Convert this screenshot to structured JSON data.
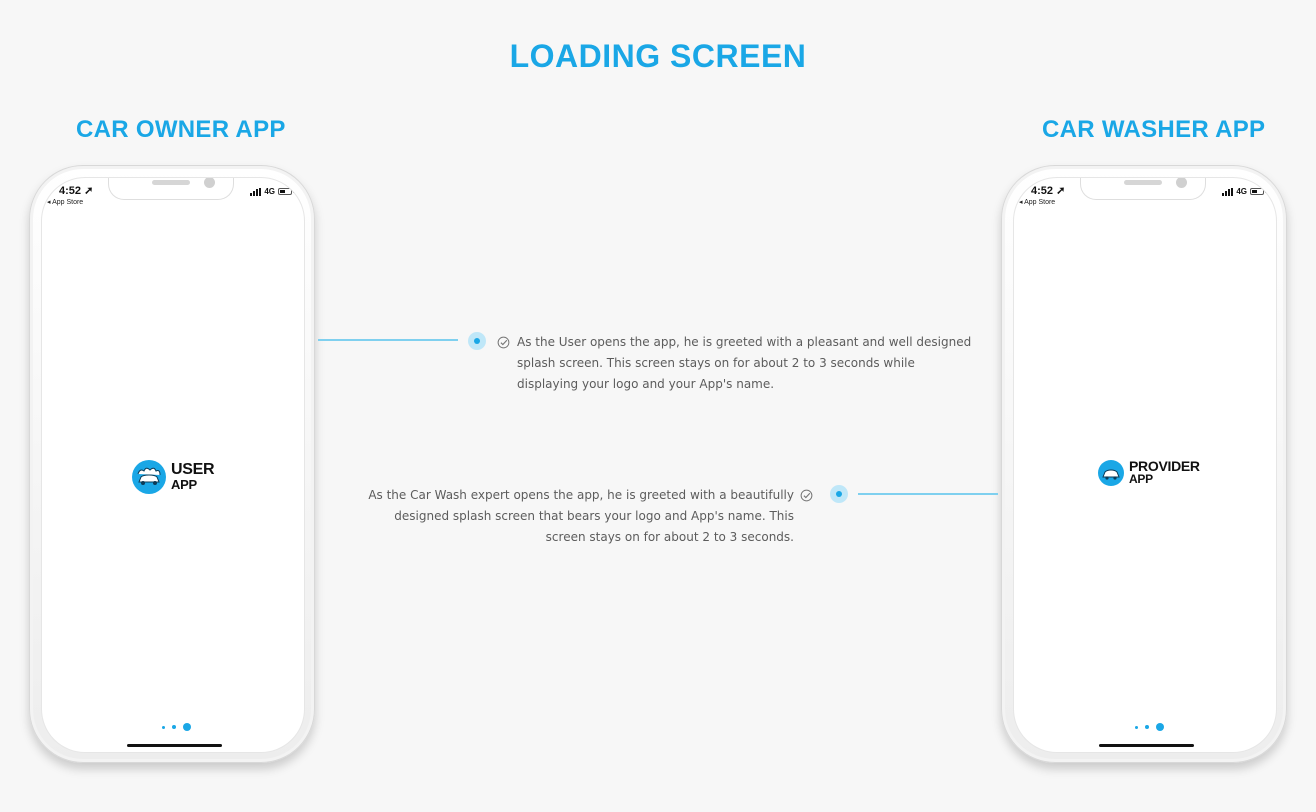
{
  "title": "LOADING SCREEN",
  "columns": {
    "left_heading": "CAR OWNER APP",
    "right_heading": "CAR WASHER APP"
  },
  "phones": {
    "left": {
      "time": "4:52 ➚",
      "back_label": "◂ App Store",
      "network": "4G",
      "logo_line1": "USER",
      "logo_line2": "APP"
    },
    "right": {
      "time": "4:52 ➚",
      "back_label": "◂ App Store",
      "network": "4G",
      "logo_line1": "PROVIDER",
      "logo_line2": "APP"
    }
  },
  "descriptions": {
    "user": "As the User opens the app, he is greeted with a pleasant and well designed splash screen. This screen stays on for about 2 to 3 seconds while displaying your logo and your App's name.",
    "provider": "As the Car Wash expert opens the app, he is greeted with a beautifully designed splash screen that bears your logo and App's name. This screen stays on for about 2 to 3 seconds."
  },
  "colors": {
    "accent": "#1aa7e6",
    "connector": "#7fd0ef",
    "background": "#f7f7f7"
  },
  "icons": [
    "check-circle-icon",
    "location-arrow-icon",
    "signal-icon",
    "battery-icon",
    "car-wash-logo-icon"
  ]
}
